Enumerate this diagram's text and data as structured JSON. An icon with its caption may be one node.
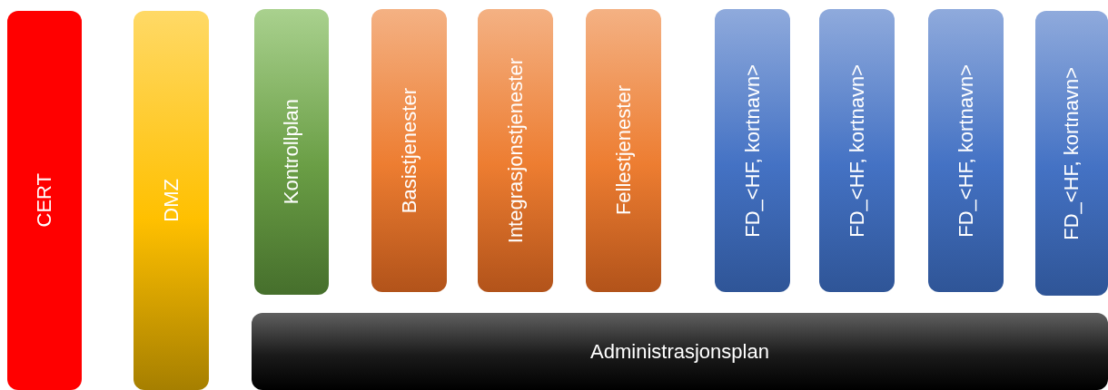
{
  "diagram": {
    "nodes": [
      {
        "text": [
          "CERT"
        ]
      },
      {
        "text": [
          "DMZ"
        ]
      },
      {
        "text": [
          "Kontrollplan"
        ]
      },
      {
        "text": [
          "Basistjenester"
        ]
      },
      {
        "text": [
          "Integrasjonstjenester"
        ]
      },
      {
        "text": [
          "Fellestjenester"
        ]
      },
      {
        "text": [
          "FD_<HF, kortnavn>"
        ]
      },
      {
        "text": [
          "FD_<HF, kortnavn>"
        ]
      },
      {
        "text": [
          "FD_<HF, kortnavn>"
        ]
      },
      {
        "text": [
          "FD_<HF, kortnavn>"
        ]
      },
      {
        "text": [
          "Administrasjonsplan"
        ]
      }
    ],
    "edges": []
  }
}
